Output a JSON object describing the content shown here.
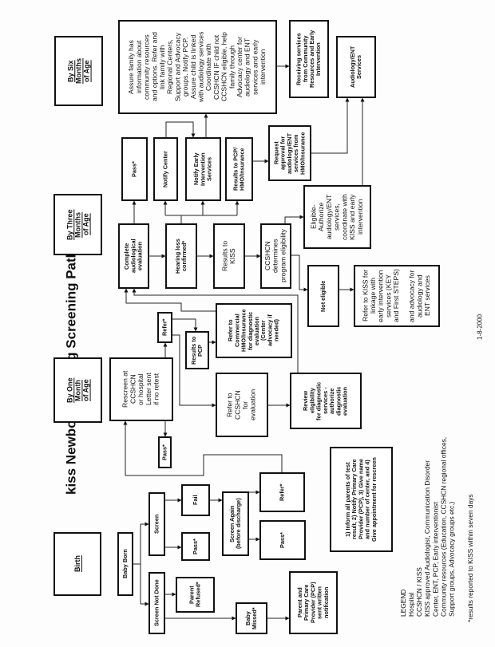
{
  "title": "kiss Newborn Hearing Screening Pathway",
  "date": "1-8-2000",
  "stages": {
    "birth": "Birth",
    "one_month": "By One\nMonth\nof Age",
    "three_months": "By Three\nMonths\nof Age",
    "six_months": "By Six\nMonths\nof Age"
  },
  "boxes": {
    "baby_born": "Baby Born",
    "screen": "Screen",
    "screen_not_done": "Screen Not Done",
    "pass_birth": "Pass*",
    "fail": "Fail",
    "parent_refused": "Parent\nRefused*",
    "screen_again": "Screen Again\n(before discharge)",
    "baby_missed": "Baby\nMissed*",
    "parent_pcp": "Parent and\nPrimary Care\nProvider (PCP)\nsent written\nnotification",
    "pass_again": "Pass*",
    "refer_again": "Refer*",
    "inform": "1) Inform all parents of test\nresult, 2) Notify Primary Care\nProvider (PCP), 3) Give name\nand number of center, and 4)\nGive appointment for rescreen",
    "rescreen": "Rescreen at\nCCSHCN\nor hospital\nLetter sent\nif no retest",
    "refer_small": "Refer*",
    "pass_small": "Pass*",
    "results_pcp": "Results to\nPCP",
    "commercial": "Refer to\nCommercial\nHMO/Insurance\nfor diagnostic\nevaluation\n(Center\nadvocacy if\nneeded)",
    "refer_ccshcn": "Refer to\nCCSHCN\nfor\nevaluation",
    "review": "Review\neligibility\nfor diagnostic\nservices -\nauthorize\ndiagnostic\nevaluation",
    "complete": "Complete\naudiological\nevaluation",
    "hearing_loss": "Hearing loss\nconfirmed*",
    "results_kiss": "Results to\nKISS",
    "ccshcn_determines": "CCSHCN\ndetermines\nprogram eligibility",
    "eligible": "Eligible-\nAuthorize\naudiology/ENT\nservices,\ncoordinate with\nKISS and early\nintervention",
    "not_eligible": "Not eligible",
    "refer_kiss": "Refer to KISS for\nlinkage with\nearly intervention\nservices (KEY\nand First STEPS)\n\nand advocacy for\naudiology and\nENT services",
    "pass_three": "Pass*",
    "notify_center": "Notify Center",
    "notify_early": "Notify Early\nIntervention\nServices",
    "results_pcp_hmo": "Results to PCP/\nHMO/Insurance",
    "request": "Request\napproval for\naudiology/ENT\nservices from\nHMO/Insurance",
    "assure": "Assure family has\ninformation about\ncommunity resources\nand options.  Refer and\nlink family with\nRegional Centers,\nSupport and Advocacy\ngroups.  Notify PCP.\nAssure child is linked\nwith audiology services\nCoordinate with\nCCSHCN   IF child not\nCCSHCN eligible, help\nfamily through\nAdvocacy center for\naudiology and ENT\nservices and early\nintervention",
    "receiving": "Receiving services\nfrom Community\nResources and Early\nIntervention",
    "audiology": "Audiology/ENT\nServices"
  },
  "legend": {
    "text": "LEGEND\nHospital\nCCSHCN / KISS\nKISS approved Audiologist, Communication Disorder\nCenter, ENT, PCP, Early interventionist\nCommunity resources (Education, CCSHCN regional offices,\nSupport groups, Advocacy groups etc.)"
  },
  "footnote": "*results reported to KISS within seven days"
}
